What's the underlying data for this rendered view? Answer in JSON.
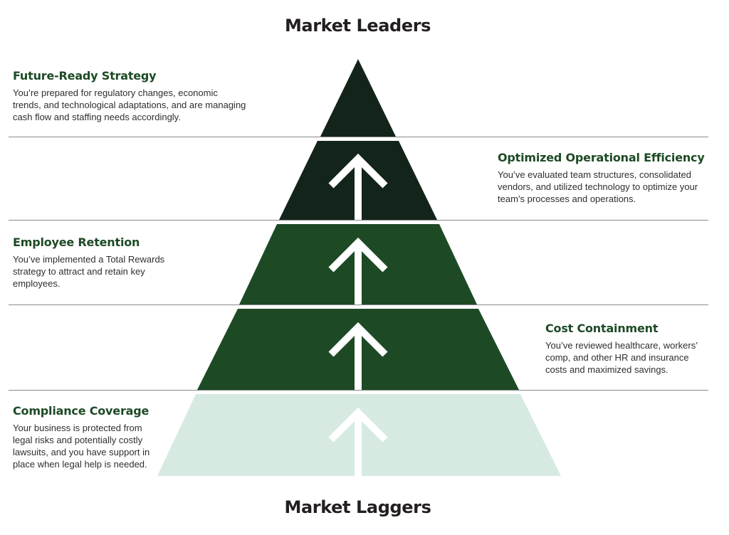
{
  "headings": {
    "top": "Market Leaders",
    "bottom": "Market Laggers"
  },
  "tiers": [
    {
      "title": "Future-Ready Strategy",
      "description": "You’re prepared for regulatory changes, economic trends, and technological adaptations, and are managing cash flow and staffing needs accordingly.",
      "color": "#13251a"
    },
    {
      "title": "Optimized Operational Efficiency",
      "description": "You’ve evaluated team structures, consolidated vendors, and utilized technology to optimize your team’s processes and operations.",
      "color": "#13251a"
    },
    {
      "title": "Employee Retention",
      "description": "You’ve implemented a Total Rewards strategy to attract and retain key employees.",
      "color": "#1d4a25"
    },
    {
      "title": "Cost Containment",
      "description": "You’ve reviewed healthcare, workers’ comp, and other HR and insurance costs and maximized savings.",
      "color": "#1d4a25"
    },
    {
      "title": "Compliance Coverage",
      "description": "Your business is protected from legal risks and potentially costly lawsuits, and you have support in place when legal help is needed.",
      "color": "#d6eae1"
    }
  ],
  "colors": {
    "arrow": "#ffffff",
    "title": "#1d4a25",
    "rule": "#8a8a8a"
  }
}
